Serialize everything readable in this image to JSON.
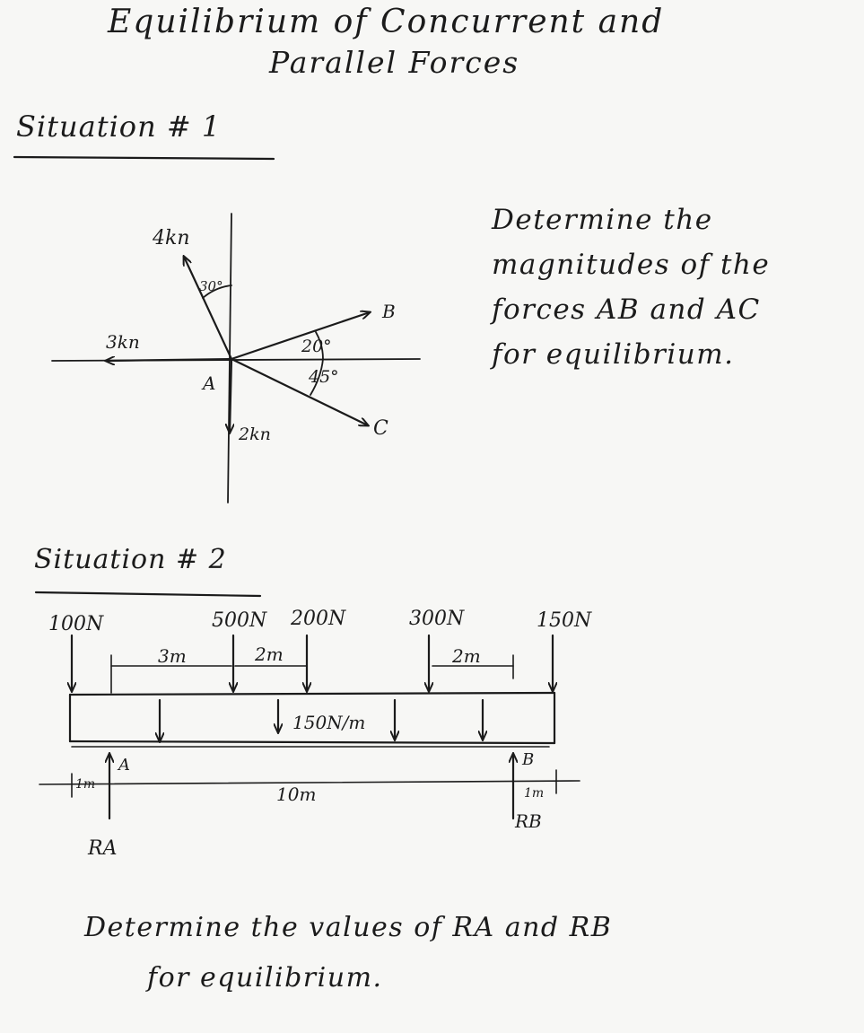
{
  "title_line1": "Equilibrium of Concurrent and",
  "title_line2": "Parallel Forces",
  "situation1": {
    "heading": "Situation # 1",
    "force_4kn": "4kn",
    "force_3kn": "3kn",
    "force_2kn": "2kn",
    "angle_30": "30°",
    "angle_20": "20°",
    "angle_45": "45°",
    "point_a": "A",
    "point_b": "B",
    "point_c": "C",
    "question_lines": [
      "Determine the",
      "magnitudes of the",
      "forces AB and AC",
      "for equilibrium."
    ]
  },
  "situation2": {
    "heading": "Situation # 2",
    "load_100": "100N",
    "load_500": "500N",
    "load_200": "200N",
    "load_300": "300N",
    "load_150": "150N",
    "dim_3m": "3m",
    "dim_2m_left": "2m",
    "dim_2m_right": "2m",
    "udl": "150N/m",
    "dim_1m_left": "1m",
    "dim_1m_right": "1m",
    "span_10m": "10m",
    "support_a": "A",
    "support_b": "B",
    "reaction_a": "RA",
    "reaction_b": "RB",
    "question_line1": "Determine the values of RA and RB",
    "question_line2": "for equilibrium."
  }
}
